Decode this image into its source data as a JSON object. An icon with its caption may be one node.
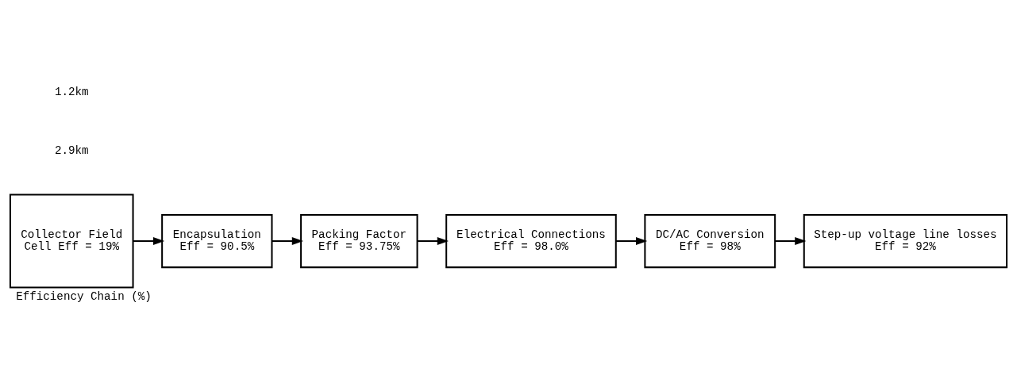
{
  "diagram": {
    "caption": "Efficiency Chain (%)",
    "nodes": [
      {
        "text": [
          "Collector Field",
          "Cell Eff = 19%"
        ]
      },
      {
        "text": [
          "Encapsulation",
          "Eff = 90.5%"
        ]
      },
      {
        "text": [
          "Packing Factor",
          "Eff = 93.75%"
        ]
      },
      {
        "text": [
          "Electrical Connections",
          "Eff = 98.0%"
        ]
      },
      {
        "text": [
          "DC/AC Conversion",
          "Eff = 98%"
        ]
      },
      {
        "text": [
          "Step-up voltage line losses",
          "Eff = 92%"
        ]
      }
    ],
    "edges": [
      {
        "from": 0,
        "to": 1,
        "arrow": "to"
      },
      {
        "from": 1,
        "to": 2,
        "arrow": "to"
      },
      {
        "from": 2,
        "to": 3,
        "arrow": "to"
      },
      {
        "from": 3,
        "to": 4,
        "arrow": "to"
      },
      {
        "from": 4,
        "to": 5,
        "arrow": "to"
      }
    ],
    "labels": [
      "2.9km",
      "1.2km"
    ]
  }
}
